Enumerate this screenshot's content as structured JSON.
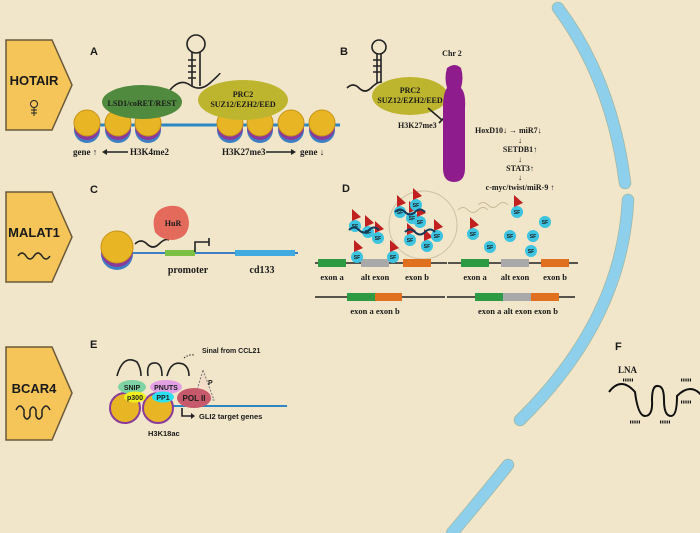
{
  "lncrnas": [
    {
      "label": "HOTAIR"
    },
    {
      "label": "MALAT1"
    },
    {
      "label": "BCAR4"
    }
  ],
  "panels": {
    "A": {
      "letter": "A",
      "complex_left": "LSD1/coRET/REST",
      "complex_right_1": "PRC2",
      "complex_right_2": "SUZ12/EZH2/EED",
      "left_label": "gene ↑",
      "left_mark": "H3K4me2",
      "right_mark": "H3K27me3",
      "right_label": "gene ↓"
    },
    "B": {
      "letter": "B",
      "chromosome": "Chr 2",
      "complex_1": "PRC2",
      "complex_2": "SUZ12/EZH2/EED",
      "mark": "H3K27me3",
      "cascade": [
        "HoxD10↓ → miR7↓",
        "↓",
        "SETDB1↑",
        "↓",
        "STAT3↑",
        "↓",
        "c-myc/twist/miR-9 ↑"
      ]
    },
    "C": {
      "letter": "C",
      "protein": "HuR",
      "promoter": "promoter",
      "gene": "cd133"
    },
    "D": {
      "letter": "D",
      "sf": "SF",
      "p": "P",
      "exons_top": [
        "exon a",
        "alt exon",
        "exon b"
      ],
      "exons_bottom_left": "exon a  exon b",
      "exons_bottom_right": "exon a  alt exon  exon b"
    },
    "E": {
      "letter": "E",
      "signal": "Sinal from CCL21",
      "snip": "SNIP",
      "p300": "p300",
      "pnuts": "PNUTS",
      "pp1": "PP1",
      "pol": "POL II",
      "p": "P",
      "target": "GLI2 target genes",
      "mark": "H3K18ac"
    },
    "F": {
      "letter": "F",
      "lna": "LNA"
    }
  },
  "colors": {
    "background": "#f1e6c9",
    "membrane": "#8ed0ec",
    "badge": "#f5c55a",
    "nucleosome": "#e8b525",
    "lsd1": "#4f8a3e",
    "prc2": "#bdb52e",
    "chromosome": "#8e1c8c",
    "hur": "#e46a5c",
    "exon_a": "#2e9a44",
    "alt_exon": "#a9a9a9",
    "exon_b": "#e07020",
    "sf": "#3cc3e0",
    "phospho": "#c02020"
  }
}
